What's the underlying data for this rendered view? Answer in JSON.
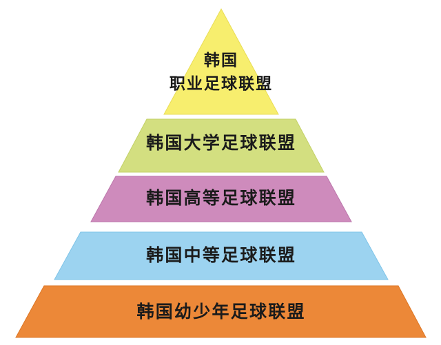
{
  "diagram": {
    "type": "pyramid",
    "orientation": "apex-up",
    "background_color": "#ffffff",
    "tier_count": 5,
    "tiers": [
      {
        "level": 1,
        "shape": "triangle",
        "label_lines": [
          "韩国",
          "职业足球联盟"
        ],
        "label": "韩国职业足球联盟",
        "fill_color": "#f7ee6e",
        "edge_color": "#e9dd55",
        "text_color": "#1b1b1b"
      },
      {
        "level": 2,
        "shape": "trapezoid",
        "label_lines": [
          "韩国大学足球联盟"
        ],
        "label": "韩国大学足球联盟",
        "fill_color": "#d3df80",
        "edge_color": "#c3d167",
        "text_color": "#1b1b1b"
      },
      {
        "level": 3,
        "shape": "trapezoid",
        "label_lines": [
          "韩国高等足球联盟"
        ],
        "label": "韩国高等足球联盟",
        "fill_color": "#ce8bbc",
        "edge_color": "#bd77ac",
        "text_color": "#1b1b1b"
      },
      {
        "level": 4,
        "shape": "trapezoid",
        "label_lines": [
          "韩国中等足球联盟"
        ],
        "label": "韩国中等足球联盟",
        "fill_color": "#9cd3f0",
        "edge_color": "#7fc4e8",
        "text_color": "#1b1b1b"
      },
      {
        "level": 5,
        "shape": "trapezoid",
        "label_lines": [
          "韩国幼少年足球联盟"
        ],
        "label": "韩国幼少年足球联盟",
        "fill_color": "#ec8838",
        "edge_color": "#dd7624",
        "text_color": "#1b1b1b"
      }
    ]
  }
}
